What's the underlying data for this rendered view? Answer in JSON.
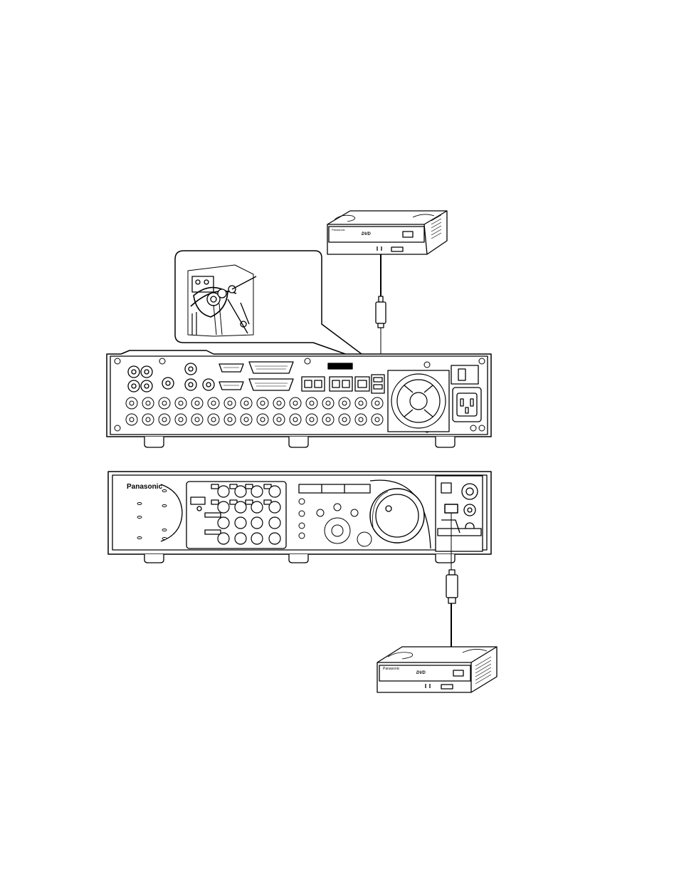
{
  "labels": {
    "brand_front": "Panasonic",
    "brand_drive_bottom": "Panasonic",
    "drive_format": "DVD"
  },
  "colors": {
    "line": "#000000",
    "paper": "#ffffff",
    "shade": "#d9d9d9"
  }
}
